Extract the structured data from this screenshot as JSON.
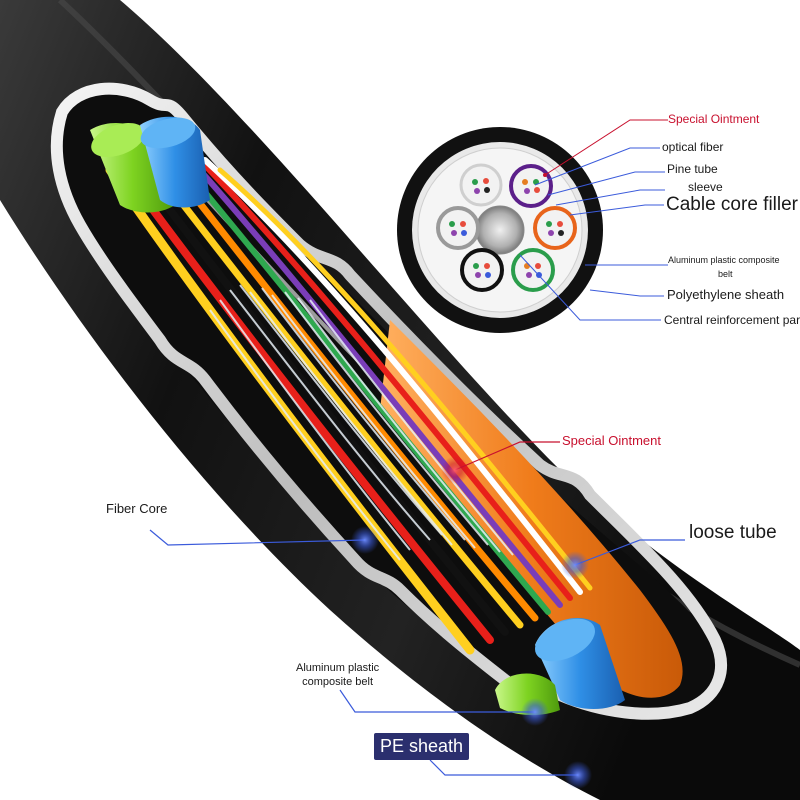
{
  "labels": {
    "special_ointment_top": "Special Ointment",
    "optical_fiber": "optical fiber",
    "pine_tube": "Pine tube",
    "sleeve": "sleeve",
    "cable_core_filler": "Cable core filler",
    "aluminum_belt_line1": "Aluminum plastic composite",
    "aluminum_belt_line2": "belt",
    "polyethylene_sheath": "Polyethylene sheath",
    "central_reinforcement": "Central reinforcement part",
    "special_ointment_mid": "Special Ointment",
    "fiber_core": "Fiber Core",
    "loose_tube": "loose tube",
    "aluminum_plastic_line1": "Aluminum plastic",
    "aluminum_plastic_line2": "composite belt",
    "pe_sheath": "PE sheath"
  },
  "colors": {
    "label_red": "#c8102e",
    "leader_red": "#c8102e",
    "leader_blue": "#3b5bdb",
    "cable_black": "#161616",
    "tube_green": "#7ed321",
    "tube_blue": "#2f8fe6",
    "tube_orange": "#f07c1b"
  }
}
